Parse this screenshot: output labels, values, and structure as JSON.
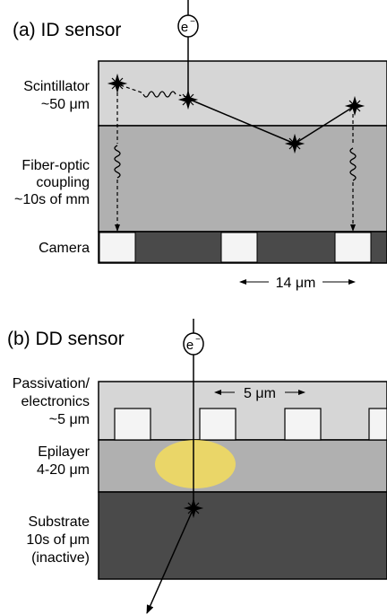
{
  "colors": {
    "light_gray": "#d6d6d6",
    "mid_gray": "#b0b0b0",
    "dark_gray": "#4a4a4a",
    "pixel_white": "#f4f4f4",
    "charge_cloud": "#f5dd5c",
    "stroke": "#000000"
  },
  "icons": [
    "electron-icon",
    "scintillation-star-icon",
    "photon-wave-icon"
  ],
  "panel_a": {
    "title": "(a) ID sensor",
    "electron": {
      "symbol": "e",
      "superscript": "−"
    },
    "layers": [
      {
        "line1": "Scintillator",
        "line2": "~50 μm",
        "line3": ""
      },
      {
        "line1": "Fiber-optic",
        "line2": "coupling",
        "line3": "~10s of mm"
      },
      {
        "line1": "Camera",
        "line2": "",
        "line3": ""
      }
    ],
    "pitch_label": "14 μm"
  },
  "panel_b": {
    "title": "(b) DD sensor",
    "electron": {
      "symbol": "e",
      "superscript": "−"
    },
    "layers": [
      {
        "line1": "Passivation/",
        "line2": "electronics",
        "line3": "~5 μm"
      },
      {
        "line1": "Epilayer",
        "line2": "4-20 μm",
        "line3": ""
      },
      {
        "line1": "Substrate",
        "line2": "10s of μm",
        "line3": "(inactive)"
      }
    ],
    "pitch_label": "5 μm"
  }
}
